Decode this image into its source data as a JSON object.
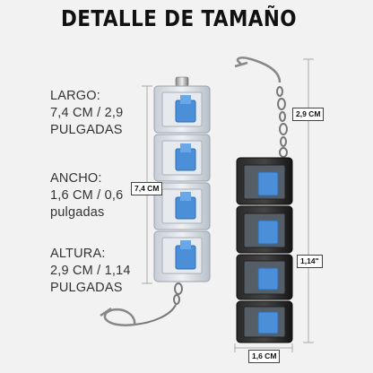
{
  "title": "DETALLE DE TAMAÑO",
  "specs": [
    {
      "label": "LARGO:",
      "value": "7,4 CM / 2,9 PULGADAS"
    },
    {
      "label": "ANCHO:",
      "value": "1,6 CM / 0,6 pulgadas"
    },
    {
      "label": "ALTURA:",
      "value": "2,9 CM / 1,14 PULGADAS"
    }
  ],
  "dimension_labels": {
    "length": "7,4 CM",
    "height_cm": "2,9 CM",
    "height_in": "1,14\"",
    "width": "1,6 CM"
  },
  "colors": {
    "switch_stem": "#4a8fd8",
    "clear_body": "#d8dde3",
    "dark_body": "#1c1c1c"
  }
}
